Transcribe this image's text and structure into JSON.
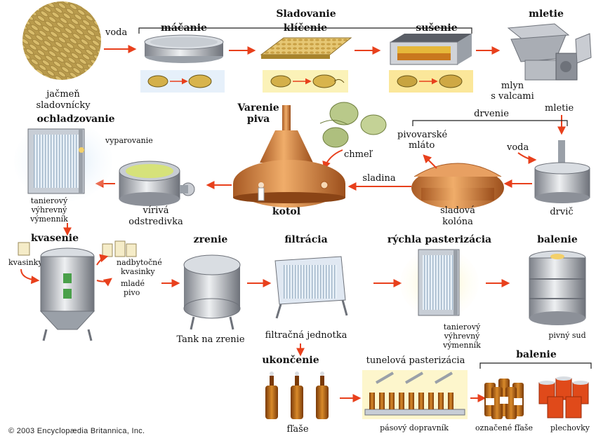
{
  "colors": {
    "arrow": "#e8401c",
    "copper": "#d98a4a",
    "copper_dark": "#a85a24",
    "steel": "#b8bcc2",
    "steel_dark": "#7c8088",
    "grain": "#c9a957",
    "amber": "#b86a1e",
    "blue_glow": "#cfe4f6",
    "yellow_glow": "#fbf2b8"
  },
  "stages": {
    "sladovanie": "Sladovanie",
    "macanie": "máčanie",
    "klicenie": "klíčenie",
    "susenie": "sušenie",
    "mletie_top": "mletie",
    "varenie_1": "Varenie",
    "varenie_2": "piva",
    "ochladzovanie": "ochladzovanie",
    "kvasenie": "kvasenie",
    "zrenie": "zrenie",
    "filtracia": "filtrácia",
    "rychla_pasterizacia": "rýchla pasterizácia",
    "balenie_1": "balenie",
    "ukoncenie": "ukončenie",
    "balenie_2": "balenie",
    "kotol": "kotol"
  },
  "labels": {
    "voda_1": "voda",
    "jacmen_1": "jačmeň",
    "jacmen_2": "sladovnícky",
    "mlyn_1": "mlyn",
    "mlyn_2": "s valcami",
    "mletie_mid": "mletie",
    "drvenie": "drvenie",
    "voda_2": "voda",
    "pivovarske_1": "pivovarské",
    "pivovarske_2": "mláto",
    "chmel": "chmeľ",
    "sladina": "sladina",
    "sladova_1": "sladová",
    "sladova_2": "kolóna",
    "drvic": "drvič",
    "vyparovanie": "vyparovanie",
    "viriva_1": "vírivá",
    "viriva_2": "odstredivka",
    "tanierovy_1a": "tanierový",
    "tanierovy_1b": "výhrevný",
    "tanierovy_1c": "výmenník",
    "kvasinky": "kvasinky",
    "nadbytocne_1": "nadbytočné",
    "nadbytocne_2": "kvasinky",
    "mlade_1": "mladé",
    "mlade_2": "pivo",
    "tank_na_zrenie": "Tank na zrenie",
    "filtracna_jednotka": "filtračná jednotka",
    "tanierovy_2a": "tanierový",
    "tanierovy_2b": "výhrevný",
    "tanierovy_2c": "výmenník",
    "pivny_sud": "pivný sud",
    "tunelova": "tunelová pasterizácia",
    "flase": "fľaše",
    "pasovy": "pásový dopravník",
    "oznacene": "označené fľaše",
    "plechovky": "plechovky",
    "copyright": "© 2003 Encyclopædia Britannica, Inc."
  }
}
